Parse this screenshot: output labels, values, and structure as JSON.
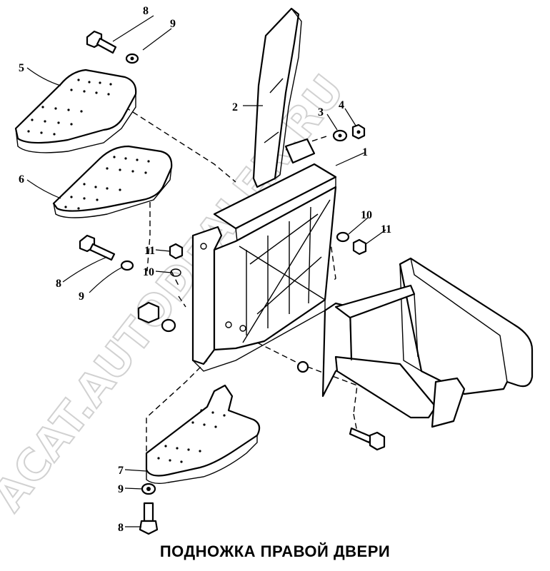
{
  "diagram": {
    "caption": "ПОДНОЖКА ПРАВОЙ ДВЕРИ",
    "watermark": "ACAT.AUTODEALER.RU",
    "callouts": {
      "c8a": "8",
      "c9a": "9",
      "c5": "5",
      "c2": "2",
      "c3": "3",
      "c4": "4",
      "c1": "1",
      "c6": "6",
      "c10a": "10",
      "c11a": "11",
      "c11b": "11",
      "c10b": "10",
      "c8b": "8",
      "c9b": "9",
      "c7": "7",
      "c9c": "9",
      "c8c": "8"
    }
  }
}
